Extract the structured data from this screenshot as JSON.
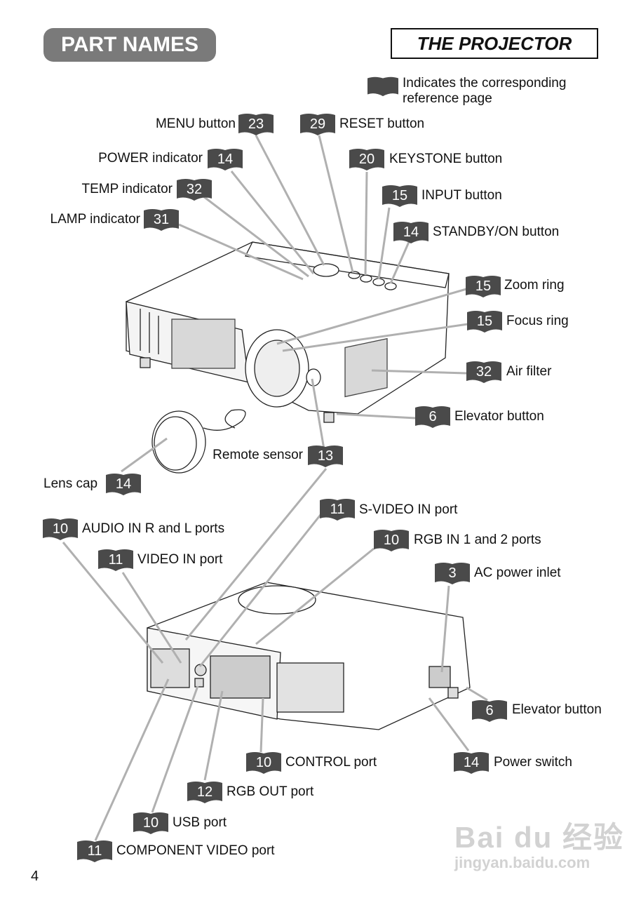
{
  "header": {
    "section_title": "PART NAMES",
    "chapter_title": "THE PROJECTOR"
  },
  "legend": {
    "icon": "book-icon",
    "text": "Indicates the corresponding reference page"
  },
  "colors": {
    "pill": "#7a7a7a",
    "badge": "#4a4a4a",
    "leader_line": "#b0b0b0"
  },
  "front_view_parts": [
    {
      "label": "MENU button",
      "page": "23"
    },
    {
      "label": "RESET button",
      "page": "29"
    },
    {
      "label": "POWER indicator",
      "page": "14"
    },
    {
      "label": "KEYSTONE button",
      "page": "20"
    },
    {
      "label": "TEMP indicator",
      "page": "32"
    },
    {
      "label": "INPUT button",
      "page": "15"
    },
    {
      "label": "LAMP indicator",
      "page": "31"
    },
    {
      "label": "STANDBY/ON button",
      "page": "14"
    },
    {
      "label": "Zoom ring",
      "page": "15"
    },
    {
      "label": "Focus ring",
      "page": "15"
    },
    {
      "label": "Air filter",
      "page": "32"
    },
    {
      "label": "Elevator button",
      "page": "6"
    },
    {
      "label": "Remote sensor",
      "page": "13"
    },
    {
      "label": "Lens cap",
      "page": "14"
    }
  ],
  "rear_view_parts": [
    {
      "label": "S-VIDEO IN port",
      "page": "11"
    },
    {
      "label": "AUDIO IN R and L ports",
      "page": "10"
    },
    {
      "label": "RGB IN 1 and 2 ports",
      "page": "10"
    },
    {
      "label": "VIDEO IN port",
      "page": "11"
    },
    {
      "label": "AC power inlet",
      "page": "3"
    },
    {
      "label": "Elevator button",
      "page": "6"
    },
    {
      "label": "CONTROL port",
      "page": "10"
    },
    {
      "label": "Power switch",
      "page": "14"
    },
    {
      "label": "RGB OUT port",
      "page": "12"
    },
    {
      "label": "USB port",
      "page": "10"
    },
    {
      "label": "COMPONENT VIDEO port",
      "page": "11"
    }
  ],
  "footer": {
    "page_number": "4",
    "watermark_main": "Bai du 经验",
    "watermark_url": "jingyan.baidu.com"
  }
}
